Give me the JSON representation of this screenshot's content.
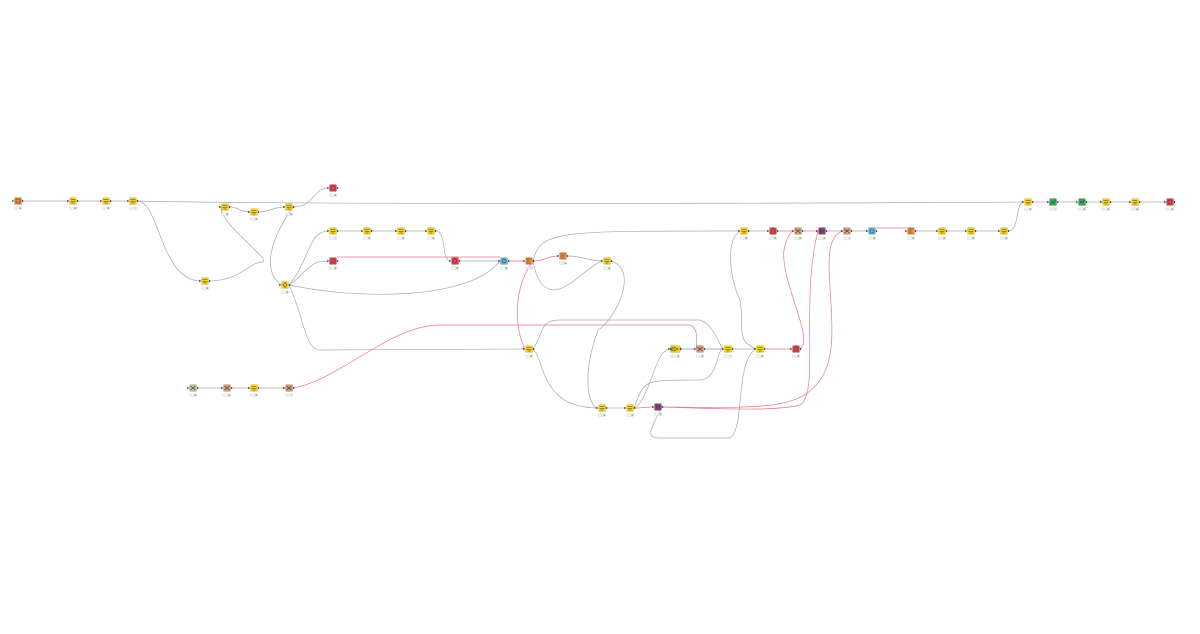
{
  "workflow": {
    "colors": {
      "background": "#ffffff",
      "edge_data": "#a7a9b4",
      "edge_flow": "#e8788a",
      "status_ok": "#6fbf4a",
      "status_idle": "#d6d6d6",
      "node_yellow": "#fad21a",
      "node_orange": "#f08c3c",
      "node_red": "#e8464c",
      "node_tan": "#d79f78",
      "node_teal": "#5dbbd6",
      "node_purple": "#9a4b8f",
      "node_green": "#36a85a",
      "node_sand": "#c9c495"
    },
    "nodes": [
      {
        "id": "n1",
        "type": "reader",
        "color": "node_orange",
        "shape": "square"
      },
      {
        "id": "n2",
        "type": "manipulator",
        "color": "node_yellow",
        "shape": "square"
      },
      {
        "id": "n3",
        "type": "manipulator",
        "color": "node_yellow",
        "shape": "square"
      },
      {
        "id": "n4",
        "type": "manipulator",
        "color": "node_yellow",
        "shape": "square"
      },
      {
        "id": "n5",
        "type": "manipulator",
        "color": "node_yellow",
        "shape": "square"
      },
      {
        "id": "n6",
        "type": "manipulator",
        "color": "node_yellow",
        "shape": "square"
      },
      {
        "id": "n7",
        "type": "manipulator",
        "color": "node_yellow",
        "shape": "square"
      },
      {
        "id": "n8",
        "type": "manipulator",
        "color": "node_yellow",
        "shape": "square"
      },
      {
        "id": "n9",
        "type": "writer",
        "color": "node_red",
        "shape": "square"
      },
      {
        "id": "n10",
        "type": "switch",
        "color": "node_yellow",
        "shape": "square"
      },
      {
        "id": "n11",
        "type": "manipulator",
        "color": "node_yellow",
        "shape": "square"
      },
      {
        "id": "n12",
        "type": "manipulator",
        "color": "node_yellow",
        "shape": "square"
      },
      {
        "id": "n13",
        "type": "manipulator",
        "color": "node_yellow",
        "shape": "square"
      },
      {
        "id": "n14",
        "type": "manipulator",
        "color": "node_yellow",
        "shape": "square"
      },
      {
        "id": "n15",
        "type": "writer",
        "color": "node_red",
        "shape": "square"
      },
      {
        "id": "n16",
        "type": "writer",
        "color": "node_red",
        "shape": "square"
      },
      {
        "id": "n17",
        "type": "other",
        "color": "node_teal",
        "shape": "square"
      },
      {
        "id": "n18",
        "type": "source",
        "color": "node_orange",
        "shape": "square"
      },
      {
        "id": "n19",
        "type": "source",
        "color": "node_orange",
        "shape": "square"
      },
      {
        "id": "n20",
        "type": "manipulator",
        "color": "node_yellow",
        "shape": "square"
      },
      {
        "id": "n21",
        "type": "manipulator",
        "color": "node_yellow",
        "shape": "square"
      },
      {
        "id": "n22",
        "type": "sink",
        "color": "node_sand",
        "shape": "square"
      },
      {
        "id": "n23",
        "type": "sink",
        "color": "node_tan",
        "shape": "square"
      },
      {
        "id": "n24",
        "type": "manipulator",
        "color": "node_yellow",
        "shape": "square"
      },
      {
        "id": "n25",
        "type": "sink",
        "color": "node_tan",
        "shape": "square"
      },
      {
        "id": "n26",
        "type": "manipulator",
        "color": "node_yellow",
        "shape": "square"
      },
      {
        "id": "n27",
        "type": "manipulator",
        "color": "node_yellow",
        "shape": "square"
      },
      {
        "id": "n28",
        "type": "loop-start",
        "color": "node_yellow",
        "shape": "square"
      },
      {
        "id": "n29",
        "type": "meta",
        "color": "node_purple",
        "shape": "square"
      },
      {
        "id": "n30",
        "type": "loop-start",
        "color": "node_yellow",
        "shape": "chevron"
      },
      {
        "id": "n31",
        "type": "sink",
        "color": "node_tan",
        "shape": "square"
      },
      {
        "id": "n32",
        "type": "manipulator",
        "color": "node_yellow",
        "shape": "square"
      },
      {
        "id": "n33",
        "type": "manipulator",
        "color": "node_yellow",
        "shape": "square"
      },
      {
        "id": "n34",
        "type": "writer",
        "color": "node_red",
        "shape": "square"
      },
      {
        "id": "n35",
        "type": "manipulator",
        "color": "node_yellow",
        "shape": "square"
      },
      {
        "id": "n36",
        "type": "writer",
        "color": "node_red",
        "shape": "square"
      },
      {
        "id": "n37",
        "type": "sink",
        "color": "node_tan",
        "shape": "square"
      },
      {
        "id": "n38",
        "type": "meta",
        "color": "node_purple",
        "shape": "square"
      },
      {
        "id": "n39",
        "type": "sink",
        "color": "node_tan",
        "shape": "square"
      },
      {
        "id": "n40",
        "type": "other",
        "color": "node_teal",
        "shape": "square"
      },
      {
        "id": "n41",
        "type": "source",
        "color": "node_orange",
        "shape": "square"
      },
      {
        "id": "n42",
        "type": "manipulator",
        "color": "node_yellow",
        "shape": "square"
      },
      {
        "id": "n43",
        "type": "manipulator",
        "color": "node_yellow",
        "shape": "square"
      },
      {
        "id": "n44",
        "type": "manipulator",
        "color": "node_yellow",
        "shape": "square"
      },
      {
        "id": "n45",
        "type": "manipulator",
        "color": "node_yellow",
        "shape": "square"
      },
      {
        "id": "n46",
        "type": "view",
        "color": "node_green",
        "shape": "square"
      },
      {
        "id": "n47",
        "type": "view",
        "color": "node_green",
        "shape": "square"
      },
      {
        "id": "n48",
        "type": "manipulator",
        "color": "node_yellow",
        "shape": "square"
      },
      {
        "id": "n49",
        "type": "manipulator",
        "color": "node_yellow",
        "shape": "square"
      },
      {
        "id": "n50",
        "type": "writer",
        "color": "node_red",
        "shape": "square"
      }
    ]
  }
}
